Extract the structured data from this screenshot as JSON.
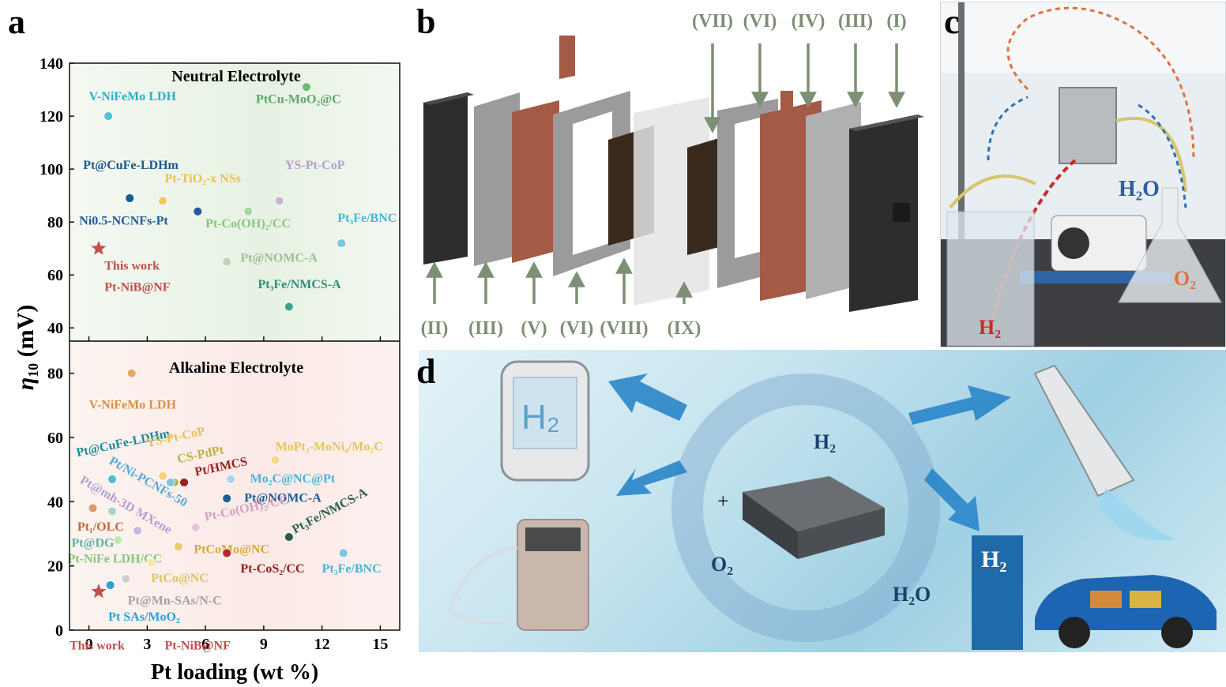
{
  "panels": {
    "a": "a",
    "b": "b",
    "c": "c",
    "d": "d"
  },
  "colors": {
    "neutral_bg": "#eaf4e8",
    "alkaline_bg": "#fbeaea",
    "copper": "#a45a44",
    "label_gray": "#7d8f74",
    "arrow_blue": "#1f73b8"
  },
  "chart_data": [
    {
      "type": "scatter",
      "title": "Neutral Electrolyte",
      "xlabel": "Pt loading (wt %)",
      "ylabel": "η10 (mV)",
      "xlim": [
        -1,
        16
      ],
      "ylim": [
        35,
        140
      ],
      "xticks": [
        0,
        3,
        6,
        9,
        12,
        15
      ],
      "yticks": [
        40,
        60,
        80,
        100,
        120,
        140
      ],
      "points": [
        {
          "label": "V-NiFeMo LDH",
          "x": 1.0,
          "y": 120,
          "color": "#4fc1d8",
          "lx": 0.0,
          "ly": 126,
          "lcolor": "#27b1c9"
        },
        {
          "label": "PtCu-MoO₂@C",
          "x": 11.2,
          "y": 131,
          "color": "#6bbb73",
          "lx": 8.6,
          "ly": 125,
          "lcolor": "#5aa86a"
        },
        {
          "label": "Pt@CuFe-LDHm",
          "x": 2.1,
          "y": 89,
          "color": "#1a5a8c",
          "lx": -0.3,
          "ly": 100,
          "lcolor": "#1a5a8c"
        },
        {
          "label": "Pt-TiO₂-x NSs",
          "x": 3.8,
          "y": 88,
          "color": "#f0c860",
          "lx": 3.9,
          "ly": 95,
          "lcolor": "#e6c24f"
        },
        {
          "label": "YS-Pt-CoP",
          "x": 9.8,
          "y": 88,
          "color": "#c9b4d8",
          "lx": 10.1,
          "ly": 100,
          "lcolor": "#b79dcd"
        },
        {
          "label": "Ni0.5-NCNFs-Pt",
          "x": 5.6,
          "y": 84,
          "color": "#1f5d98",
          "lx": -0.5,
          "ly": 79,
          "lcolor": "#1f5d98"
        },
        {
          "label": "Pt-Co(OH)₂/CC",
          "x": 8.2,
          "y": 84,
          "color": "#a8d7a0",
          "lx": 6.0,
          "ly": 78,
          "lcolor": "#8cc47f"
        },
        {
          "label": "Pt₃Fe/BNC",
          "x": 13.0,
          "y": 72,
          "color": "#79c8e0",
          "lx": 12.8,
          "ly": 80,
          "lcolor": "#46b6d8"
        },
        {
          "label": "Pt@NOMC-A",
          "x": 7.1,
          "y": 65,
          "color": "#bcd4b2",
          "lx": 7.8,
          "ly": 65,
          "lcolor": "#9fbf93"
        },
        {
          "label": "Pt₃Fe/NMCS-A",
          "x": 10.3,
          "y": 48,
          "color": "#3aa38b",
          "lx": 8.7,
          "ly": 55,
          "lcolor": "#2f8f77"
        },
        {
          "label": "This work",
          "x": 0.5,
          "y": 70,
          "color": "#c0504d",
          "star": true,
          "lx": 0.8,
          "ly": 62,
          "lcolor": "#c0504d"
        },
        {
          "label": "Pt-NiB@NF",
          "x": null,
          "y": null,
          "color": "#c0504d",
          "lx": 0.8,
          "ly": 54,
          "lcolor": "#c0504d"
        }
      ]
    },
    {
      "type": "scatter",
      "title": "Alkaline Electrolyte",
      "xlabel": "Pt loading (wt %)",
      "ylabel": "η10 (mV)",
      "xlim": [
        -1,
        16
      ],
      "ylim": [
        0,
        90
      ],
      "xticks": [
        0,
        3,
        6,
        9,
        12,
        15
      ],
      "yticks": [
        0,
        20,
        40,
        60,
        80
      ],
      "points": [
        {
          "label": "V-NiFeMo LDH",
          "x": 2.2,
          "y": 80,
          "color": "#e8a66a",
          "lx": 0.0,
          "ly": 69,
          "lcolor": "#d9913f"
        },
        {
          "label": "Pt@CuFe-LDHm",
          "x": 1.2,
          "y": 47,
          "color": "#4ec1c8",
          "lx": -0.6,
          "ly": 54,
          "lcolor": "#1b8a9c",
          "rot": -12
        },
        {
          "label": "YS-Pt-CoP",
          "x": 3.8,
          "y": 48,
          "color": "#f6d37a",
          "lx": 3.0,
          "ly": 57,
          "lcolor": "#e6c24f",
          "rot": -12
        },
        {
          "label": "CS-PdPt",
          "x": 4.4,
          "y": 46,
          "color": "#b8b040",
          "lx": 4.6,
          "ly": 52,
          "lcolor": "#c0b23c",
          "rot": -12
        },
        {
          "label": "Pt/HMCS",
          "x": 4.9,
          "y": 46,
          "color": "#9b2020",
          "lx": 5.5,
          "ly": 48,
          "lcolor": "#9b2020",
          "rot": -12
        },
        {
          "label": "MoPt₂-MoNi₄/Mo₂C",
          "x": 9.6,
          "y": 53,
          "color": "#f3d98b",
          "lx": 9.6,
          "ly": 56,
          "lcolor": "#e3c85a"
        },
        {
          "label": "Pt/Ni-PCNFs-50",
          "x": 4.2,
          "y": 46,
          "color": "#7ec6e6",
          "lx": 1.0,
          "ly": 52,
          "lcolor": "#56a9d6",
          "rot": 30
        },
        {
          "label": "Mo₂C@NC@Pt",
          "x": 7.3,
          "y": 47,
          "color": "#a8d8ee",
          "lx": 8.3,
          "ly": 46,
          "lcolor": "#46b6d8"
        },
        {
          "label": "Pt@mh-3D MXene",
          "x": 2.5,
          "y": 31,
          "color": "#c8b8e0",
          "lx": -0.5,
          "ly": 46,
          "lcolor": "#b79dcd",
          "rot": 30
        },
        {
          "label": "Pt@NOMC-A",
          "x": 7.1,
          "y": 41,
          "color": "#1f5d98",
          "lx": 8.0,
          "ly": 40,
          "lcolor": "#1f5d98"
        },
        {
          "label": "Pt₁/OLC",
          "x": 0.2,
          "y": 38,
          "color": "#e09a70",
          "lx": -0.6,
          "ly": 31,
          "lcolor": "#c56a3a"
        },
        {
          "label": "Pt-Co(OH)₂/CC",
          "x": 5.5,
          "y": 32,
          "color": "#e8c3d6",
          "lx": 6.0,
          "ly": 34,
          "lcolor": "#d4a1bd",
          "rot": -12
        },
        {
          "label": "Pt@DG",
          "x": 1.2,
          "y": 37,
          "color": "#a6d8c8",
          "lx": -0.9,
          "ly": 26,
          "lcolor": "#58b69a"
        },
        {
          "label": "Pt₃Fe/NMCS-A",
          "x": 10.3,
          "y": 29,
          "color": "#2a5f4b",
          "lx": 10.6,
          "ly": 30,
          "lcolor": "#2a5f4b",
          "rot": -28
        },
        {
          "label": "PtCoMo@NC",
          "x": 4.6,
          "y": 26,
          "color": "#f0c870",
          "lx": 5.4,
          "ly": 24,
          "lcolor": "#d8a83a"
        },
        {
          "label": "Pt-NiFe LDH/CC",
          "x": 1.5,
          "y": 28,
          "color": "#bde8b3",
          "lx": -1.1,
          "ly": 21,
          "lcolor": "#88c77a"
        },
        {
          "label": "Pt-CoS₂/CC",
          "x": 7.1,
          "y": 24,
          "color": "#b72828",
          "lx": 7.8,
          "ly": 18,
          "lcolor": "#8e1f1f"
        },
        {
          "label": "Pt₃Fe/BNC",
          "x": 13.1,
          "y": 24,
          "color": "#79c8e0",
          "lx": 12.0,
          "ly": 18,
          "lcolor": "#46b6d8"
        },
        {
          "label": "PtCo@NC",
          "x": 3.2,
          "y": 21,
          "color": "#f4e8a8",
          "lx": 3.2,
          "ly": 15,
          "lcolor": "#dcc466"
        },
        {
          "label": "Pt@Mn-SAs/N-C",
          "x": 1.9,
          "y": 16,
          "color": "#cfcfcf",
          "lx": 2.0,
          "ly": 8,
          "lcolor": "#a3a3a3"
        },
        {
          "label": "Pt SAs/MoO₂",
          "x": 1.1,
          "y": 14,
          "color": "#2ca2d6",
          "lx": 1.0,
          "ly": 3,
          "lcolor": "#2ca2d6"
        },
        {
          "label": "This work",
          "x": 0.5,
          "y": 12,
          "color": "#c0504d",
          "star": true,
          "lx": -1.0,
          "ly": -6,
          "lcolor": "#c0504d"
        },
        {
          "label": "Pt-NiB@NF",
          "x": null,
          "y": null,
          "color": "#c0504d",
          "lx": 3.9,
          "ly": -6,
          "lcolor": "#c0504d"
        }
      ]
    }
  ],
  "panel_b": {
    "top_labels": [
      "(VII)",
      "(VI)",
      "(IV)",
      "(III)",
      "(I)"
    ],
    "bottom_labels": [
      "(II)",
      "(III)",
      "(V)",
      "(VI)",
      "(VIII)",
      "(IX)"
    ]
  },
  "panel_c": {
    "h2o": "H₂O",
    "h2": "H₂",
    "o2": "O₂"
  },
  "panel_d": {
    "h2_center": "H₂",
    "o2": "O₂",
    "h2o": "H₂O",
    "plus": "+",
    "h2_sign": "H₂",
    "h2_purifier": "H₂"
  }
}
